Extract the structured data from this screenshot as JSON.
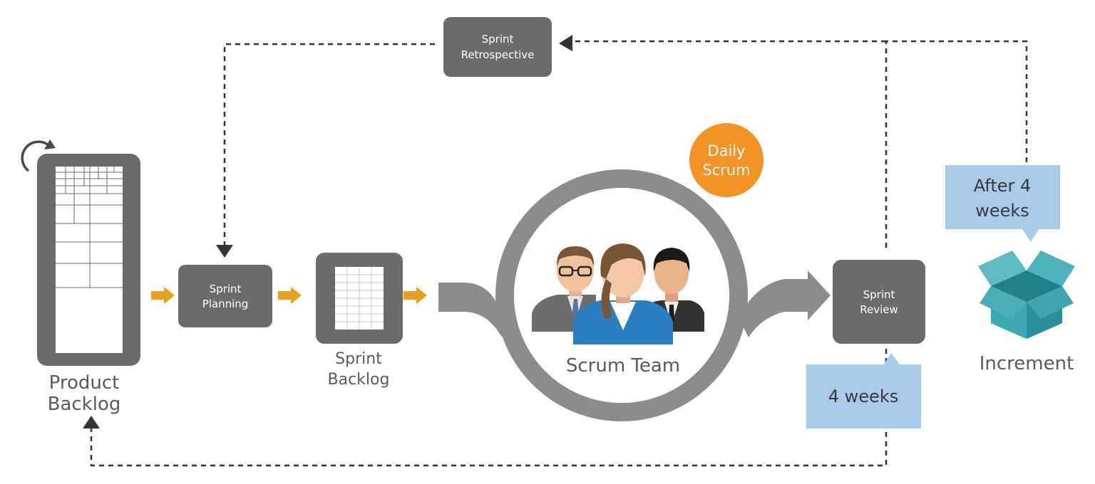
{
  "product_backlog": {
    "line1": "Product",
    "line2": "Backlog"
  },
  "sprint_planning": {
    "line1": "Sprint",
    "line2": "Planning"
  },
  "sprint_backlog": {
    "line1": "Sprint",
    "line2": "Backlog"
  },
  "scrum_team": {
    "label": "Scrum Team"
  },
  "daily_scrum": {
    "line1": "Daily",
    "line2": "Scrum"
  },
  "sprint_review": {
    "line1": "Sprint",
    "line2": "Review"
  },
  "sprint_retrospective": {
    "line1": "Sprint",
    "line2": "Retrospective"
  },
  "increment": {
    "label": "Increment"
  },
  "callout_review": {
    "label": "4 weeks"
  },
  "callout_increment": {
    "line1": "After 4",
    "line2": "weeks"
  },
  "colors": {
    "box": "#6b6b6b",
    "arrow_orange": "#e8a020",
    "daily_scrum": "#f39325",
    "callout": "#a9cbea",
    "increment_box": "#2e9aa6"
  }
}
